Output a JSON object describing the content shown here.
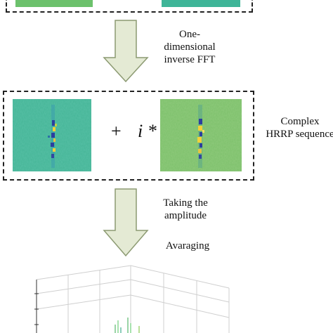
{
  "steps": {
    "ifft": {
      "line1": "One-",
      "line2": "dimensional",
      "line3": "inverse FFT"
    },
    "amplitude": {
      "line1": "Taking the",
      "line2": "amplitude"
    },
    "averaging": "Avaraging"
  },
  "sequence": {
    "label_line1": "Complex",
    "label_line2": "HRRP sequence",
    "plus": "+",
    "imag_unit": "i *"
  },
  "colors": {
    "arrow_fill": "#e4ead4",
    "arrow_stroke": "#8c9a72",
    "map_bg_real": "#44b596",
    "map_bg_imag": "#7cc06a",
    "target_yellow": "#f2d23a",
    "target_blue": "#2c3e9e"
  }
}
